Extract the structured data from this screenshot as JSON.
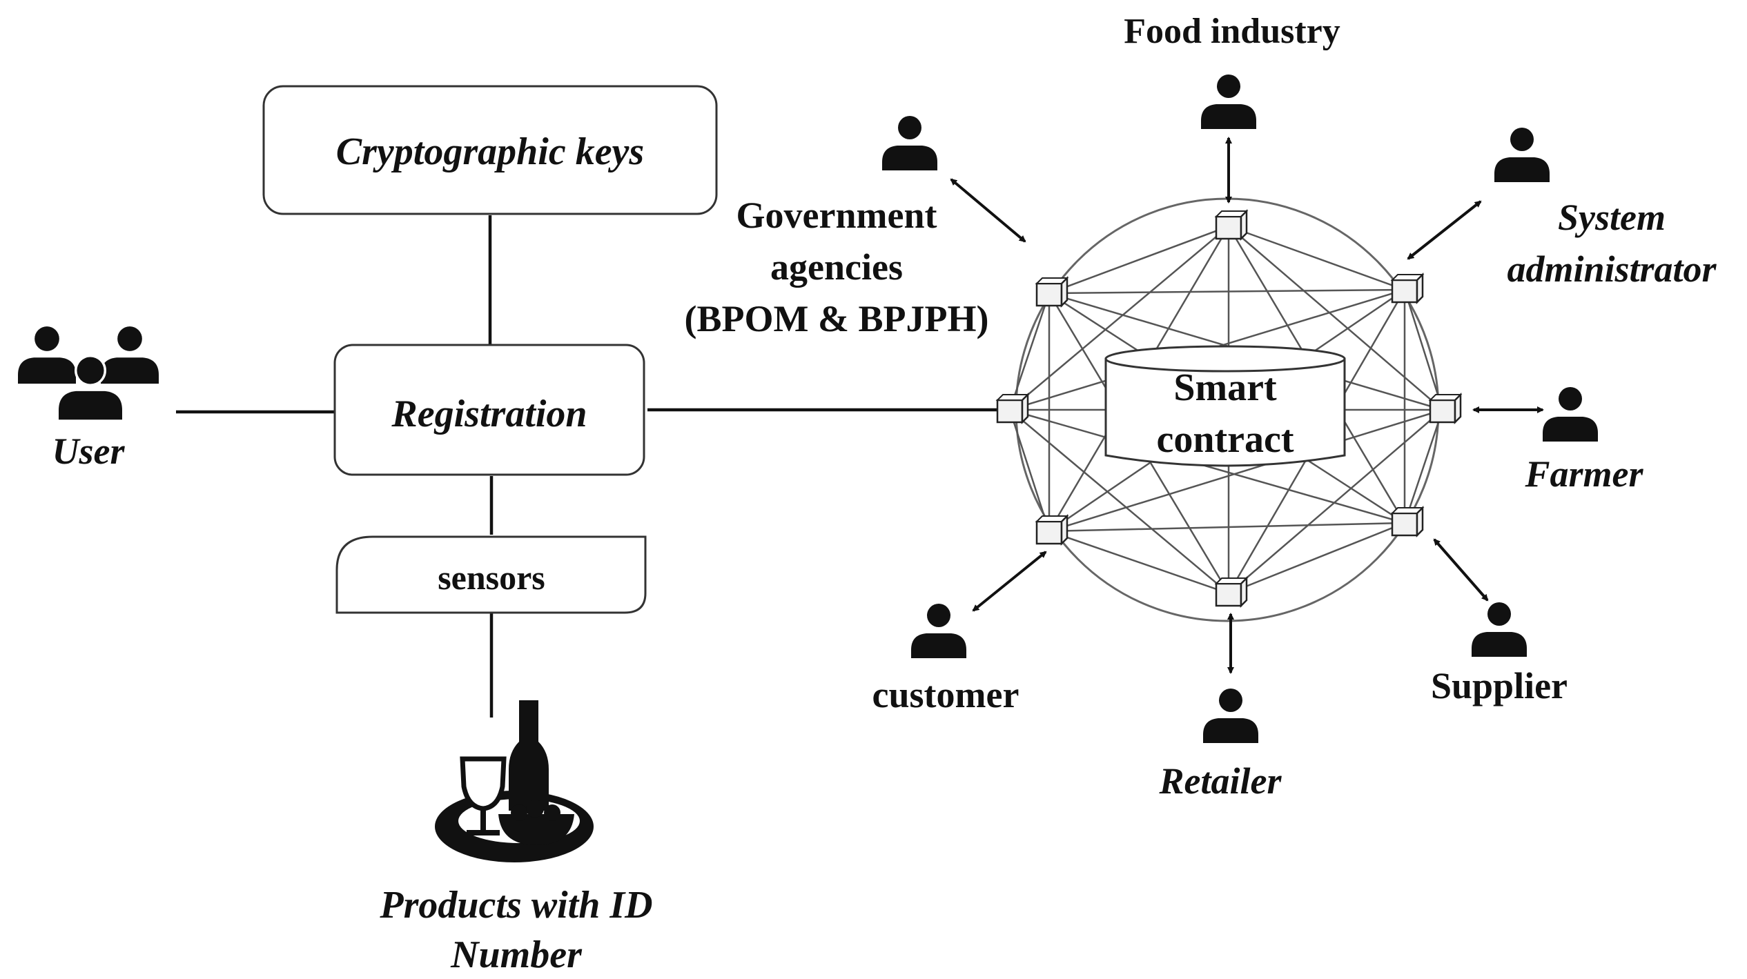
{
  "left": {
    "crypto_label": "Cryptographic keys",
    "registration_label": "Registration",
    "sensors_label": "sensors",
    "user_label": "User",
    "products_label_line1": "Products with ID",
    "products_label_line2": "Number"
  },
  "network": {
    "smart_contract_line1": "Smart",
    "smart_contract_line2": "contract"
  },
  "actors": {
    "food_industry": "Food industry",
    "government_line1": "Government",
    "government_line2": "agencies",
    "government_line3": "(BPOM & BPJPH)",
    "sysadmin_line1": "System",
    "sysadmin_line2": "administrator",
    "farmer": "Farmer",
    "supplier": "Supplier",
    "retailer": "Retailer",
    "customer": "customer"
  },
  "icons": [
    "person-icon",
    "user-group-icon",
    "food-products-icon",
    "blockchain-node-icon",
    "database-cylinder-icon"
  ]
}
